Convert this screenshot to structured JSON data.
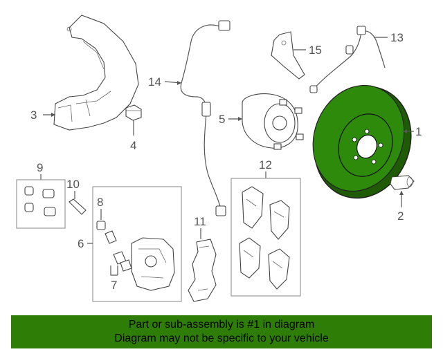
{
  "colors": {
    "highlight": "#2e8a0a",
    "banner": "#2e7d06",
    "line": "#555555"
  },
  "callouts": [
    {
      "id": "1",
      "label": "1"
    },
    {
      "id": "2",
      "label": "2"
    },
    {
      "id": "3",
      "label": "3"
    },
    {
      "id": "4",
      "label": "4"
    },
    {
      "id": "5",
      "label": "5"
    },
    {
      "id": "6",
      "label": "6"
    },
    {
      "id": "7",
      "label": "7"
    },
    {
      "id": "8",
      "label": "8"
    },
    {
      "id": "9",
      "label": "9"
    },
    {
      "id": "10",
      "label": "10"
    },
    {
      "id": "11",
      "label": "11"
    },
    {
      "id": "12",
      "label": "12"
    },
    {
      "id": "13",
      "label": "13"
    },
    {
      "id": "14",
      "label": "14"
    },
    {
      "id": "15",
      "label": "15"
    }
  ],
  "highlighted_part": "1",
  "banner": {
    "line1": "Part or sub-assembly is #1 in diagram",
    "line2": "Diagram may not be specific to your vehicle"
  }
}
